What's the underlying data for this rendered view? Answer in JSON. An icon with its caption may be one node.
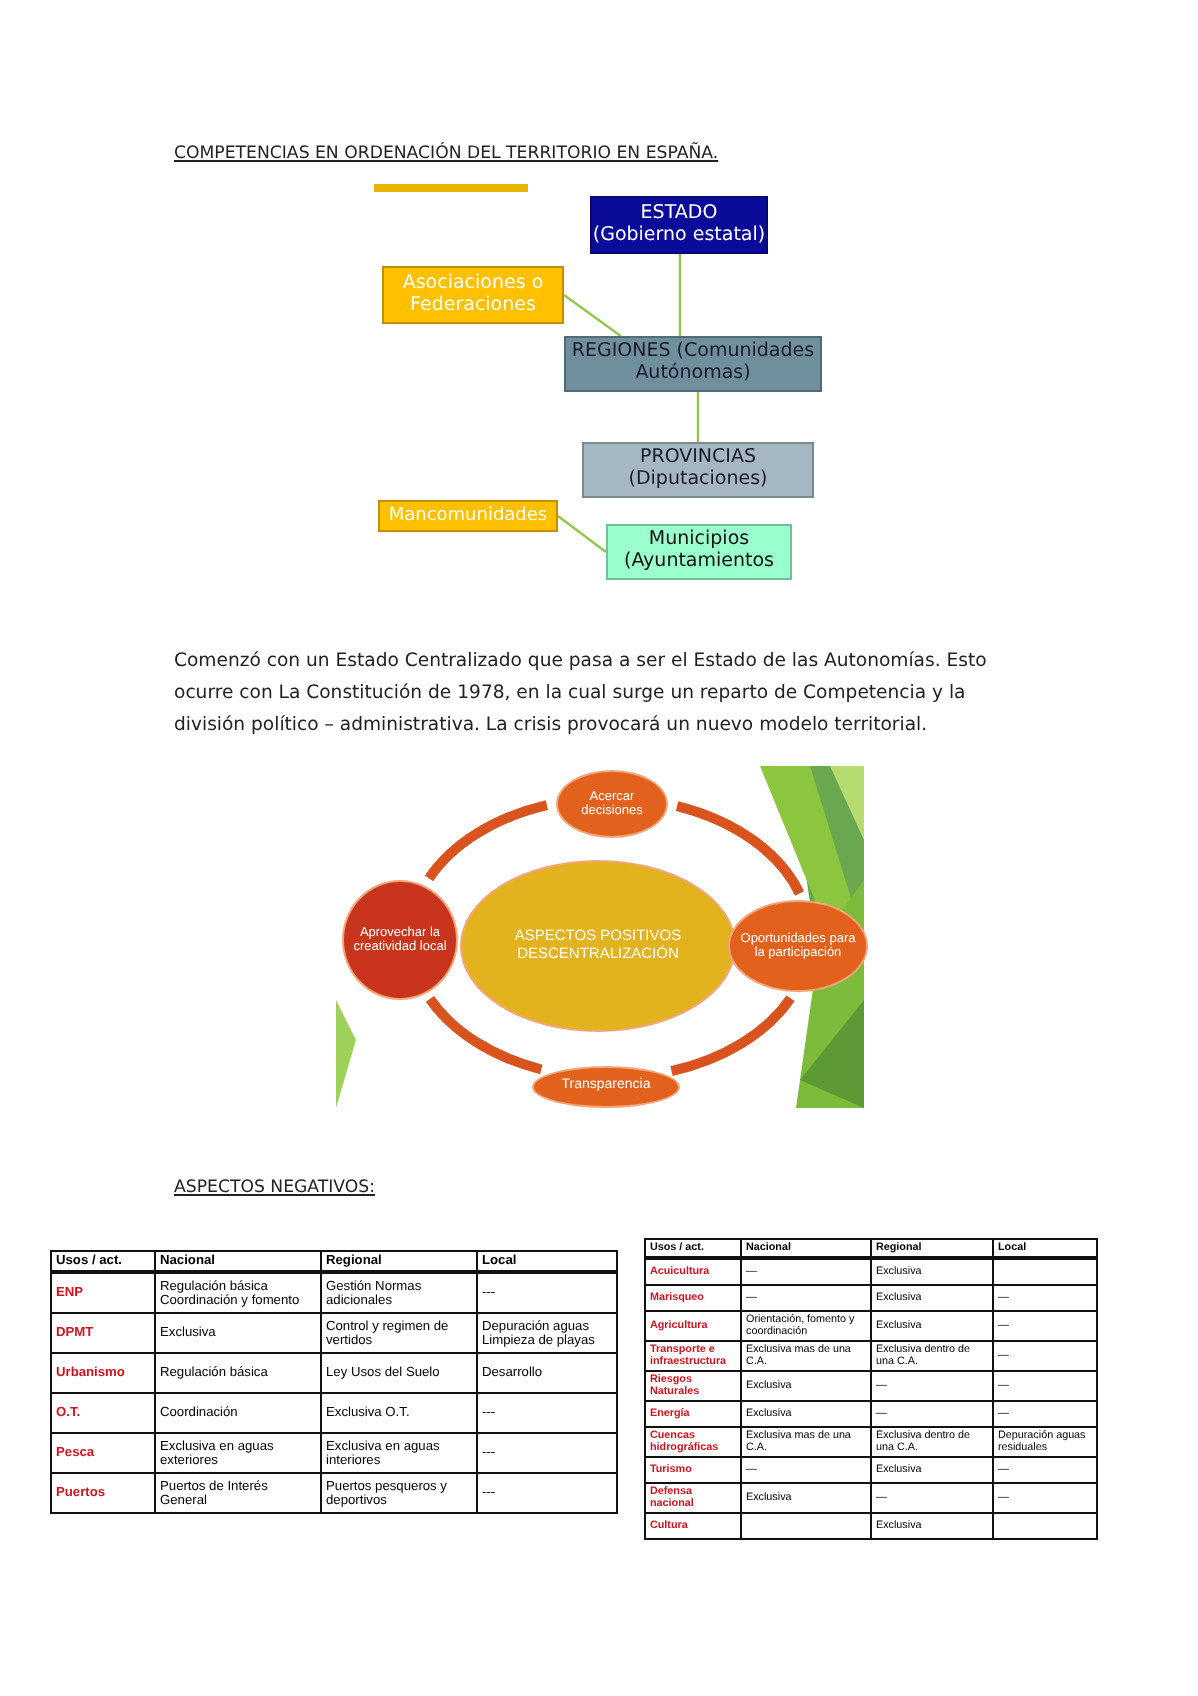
{
  "diagram": {
    "title": "COMPETENCIAS EN ORDENACIÓN DEL TERRITORIO EN ESPAÑA.",
    "nodes": [
      {
        "text": [],
        "shape": "bar"
      },
      {
        "text": [
          "ESTADO (Gobierno estatal)"
        ]
      },
      {
        "text": [
          "Asociaciones o Federaciones"
        ]
      },
      {
        "text": [
          "REGIONES (Comunidades Autónomas)"
        ]
      },
      {
        "text": [
          "PROVINCIAS (Diputaciones)"
        ]
      },
      {
        "text": [
          "Mancomunidades"
        ]
      },
      {
        "text": [
          "Municipios (Ayuntamientos"
        ]
      },
      {
        "text": [
          "Acercar decisiones"
        ]
      },
      {
        "text": [
          "ASPECTOS POSITIVOS DESCENTRALIZACIÓN"
        ]
      },
      {
        "text": [
          "Aprovechar la creatividad local"
        ]
      },
      {
        "text": [
          "Oportunidades para la participación"
        ]
      },
      {
        "text": [
          "Transparencia"
        ]
      }
    ],
    "edges": [
      {
        "from": 1,
        "to": 3,
        "arrow": "none"
      },
      {
        "from": 2,
        "to": 3,
        "arrow": "none"
      },
      {
        "from": 3,
        "to": 4,
        "arrow": "none"
      },
      {
        "from": 5,
        "to": 6,
        "arrow": "none"
      },
      {
        "from": 7,
        "to": 10,
        "arrow": "none",
        "style": "thick",
        "color": "#d9531e"
      },
      {
        "from": 10,
        "to": 11,
        "arrow": "none",
        "style": "thick",
        "color": "#d9531e"
      },
      {
        "from": 11,
        "to": 9,
        "arrow": "none",
        "style": "thick",
        "color": "#d9531e"
      },
      {
        "from": 9,
        "to": 7,
        "arrow": "none",
        "style": "thick",
        "color": "#d9531e"
      }
    ],
    "labels": [
      "Comenzó con un Estado Centralizado que pasa a ser el Estado de las Autonomías. Esto ocurre con La Constitución de 1978, en la cual surge un reparto de Competencia y la división político – administrativa. La crisis provocará un nuevo modelo territorial.",
      "ASPECTOS NEGATIVOS:",
      "Usos / act.",
      "Nacional",
      "Regional",
      "Local",
      "ENP",
      "Regulación básica Coordinación y fomento",
      "Gestión Normas adicionales",
      "---",
      "DPMT",
      "Exclusiva",
      "Control y regimen de vertidos",
      "Depuración aguas Limpieza de playas",
      "Urbanismo",
      "Regulación básica",
      "Ley Usos del Suelo",
      "Desarrollo",
      "O.T.",
      "Coordinación",
      "Exclusiva O.T.",
      "---",
      "Pesca",
      "Exclusiva en aguas exteriores",
      "Exclusiva en aguas interiores",
      "---",
      "Puertos",
      "Puertos de Interés General",
      "Puertos pesqueros y deportivos",
      "---",
      "Usos / act.",
      "Nacional",
      "Regional",
      "Local",
      "Acuicultura",
      "—",
      "Exclusiva",
      "Marisqueo",
      "—",
      "Exclusiva",
      "—",
      "Agricultura",
      "Orientación, fomento y coordinación",
      "Exclusiva",
      "—",
      "Transporte e infraestructura",
      "Exclusiva mas de una C.A.",
      "Exclusiva dentro de una C.A.",
      "—",
      "Riesgos Naturales",
      "Exclusiva",
      "—",
      "—",
      "Energía",
      "Exclusiva",
      "—",
      "—",
      "Cuencas hidrográficas",
      "Exclusiva mas de una C.A.",
      "Exclusiva dentro de una C.A.",
      "Depuración aguas residuales",
      "Turismo",
      "—",
      "Exclusiva",
      "—",
      "Defensa nacional",
      "Exclusiva",
      "—",
      "—",
      "Cultura",
      "Exclusiva"
    ]
  }
}
